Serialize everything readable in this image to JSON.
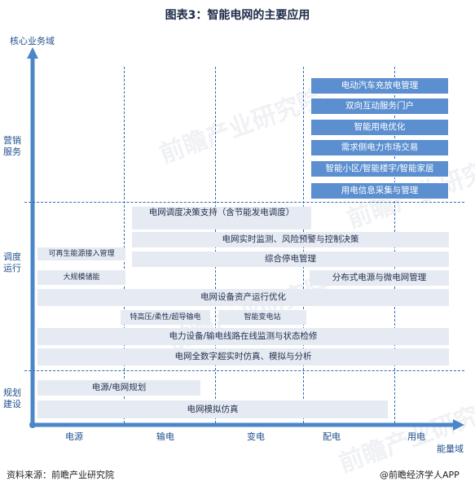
{
  "title": "图表3：智能电网的主要应用",
  "y_axis_label": "核心业务域",
  "x_axis_label": "能量域",
  "row_labels": [
    {
      "text": "营销\n服务"
    },
    {
      "text": "调度\n运行"
    },
    {
      "text": "规划\n建设"
    }
  ],
  "x_categories": [
    "电源",
    "输电",
    "变电",
    "配电",
    "用电"
  ],
  "marketing_boxes": [
    "电动汽车充放电管理",
    "双向互动服务门户",
    "智能用电优化",
    "需求侧电力市场交易",
    "智能小区/智能楼宇/智能家居",
    "用电信息采集与管理"
  ],
  "dispatch_boxes": [
    "电网调度决策支持（含节能发电调度）",
    "电网实时监测、风险预警与控制决策",
    "可再生能源接入管理",
    "综合停电管理",
    "大规模储能",
    "分布式电源与微电网管理",
    "电网设备资产运行优化",
    "特高压/柔性/超导输电",
    "智能变电站",
    "电力设备/输电线路在线监测与状态检修",
    "电网全数字超实时仿真、模拟与分析"
  ],
  "planning_boxes": [
    "电源/电网规划",
    "电网模拟仿真"
  ],
  "watermark": "前瞻产业研究院",
  "footer": {
    "source": "资料来源：前瞻产业研究院",
    "brand": "@前瞻经济学人APP"
  },
  "colors": {
    "accent": "#2f6db5",
    "dark_box": "#5b8fd0",
    "light_box": "#e6ebf3"
  }
}
